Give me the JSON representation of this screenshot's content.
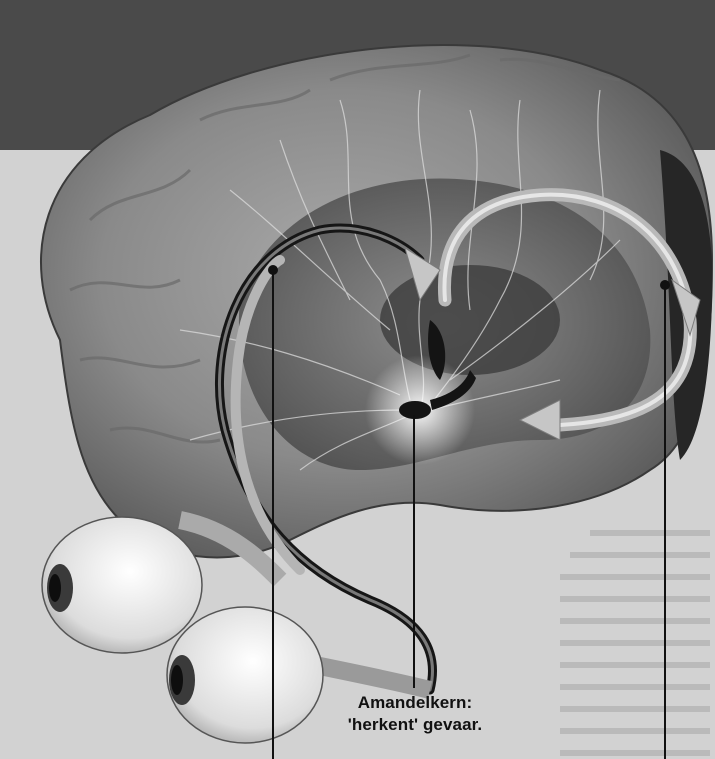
{
  "annotation": {
    "line1": "Amandelkern:",
    "line2": "'herkent' gevaar."
  },
  "colors": {
    "background_top": "#4a4a4a",
    "background_page": "#d2d2d2",
    "brain": "#8e8e8e",
    "pathway_dark": "#161616",
    "pathway_light": "#bdbdbd",
    "eye": "#ececec"
  },
  "icons": [
    "brain-illustration",
    "left-eye-icon",
    "right-eye-icon",
    "amygdala-marker",
    "pathway-arrow"
  ]
}
